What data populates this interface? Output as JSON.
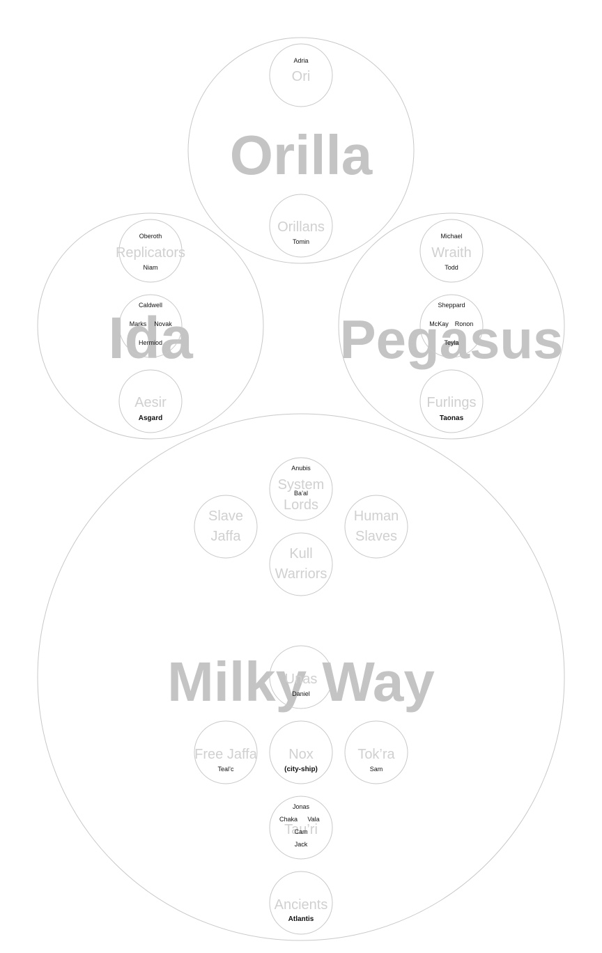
{
  "galaxies": {
    "orilla": "Orilla",
    "ida": "Ida",
    "pegasus": "Pegasus",
    "milky_way": "Milky Way"
  },
  "groups": {
    "ori": "Ori",
    "orillans": "Orillans",
    "replicators": "Replicators",
    "aesir": "Aesir",
    "wraith": "Wraith",
    "furlings": "Furlings",
    "system_lords": [
      "System",
      "Lords"
    ],
    "slave_jaffa": [
      "Slave",
      "Jaffa"
    ],
    "human_slaves": [
      "Human",
      "Slaves"
    ],
    "kull_warriors": [
      "Kull",
      "Warriors"
    ],
    "unas": "Unas",
    "free_jaffa": "Free Jaffa",
    "nox": "Nox",
    "tokra": "Tok’ra",
    "tauri": "Tau’ri",
    "ancients": "Ancients"
  },
  "names": {
    "adria": "Adria",
    "tomin": "Tomin",
    "oberoth": "Oberoth",
    "niam": "Niam",
    "caldwell": "Caldwell",
    "marks": "Marks",
    "novak": "Novak",
    "hermiod": "Hermiod",
    "asgard": "Asgard",
    "michael": "Michael",
    "todd": "Todd",
    "sheppard": "Sheppard",
    "mckay": "McKay",
    "ronon": "Ronon",
    "teyla": "Teyla",
    "taonas": "Taonas",
    "anubis": "Anubis",
    "baal": "Ba’al",
    "daniel": "Daniel",
    "tealc": "Teal’c",
    "city_ship": "(city-ship)",
    "sam": "Sam",
    "jonas": "Jonas",
    "chaka": "Chaka",
    "vala": "Vala",
    "cam": "Cam",
    "jack": "Jack",
    "atlantis": "Atlantis"
  }
}
